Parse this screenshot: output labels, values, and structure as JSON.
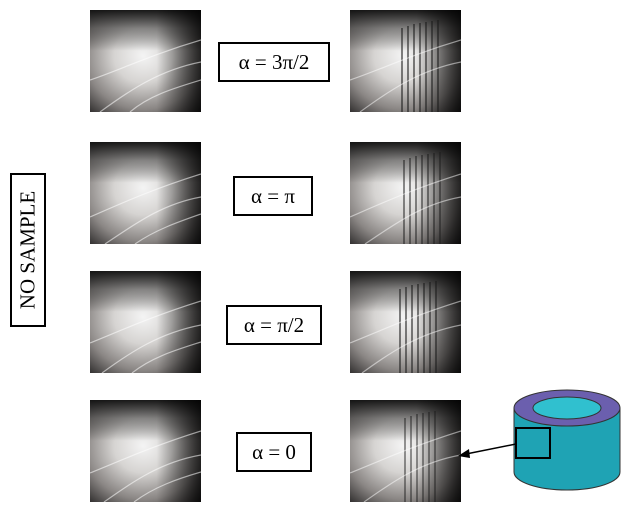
{
  "side_label": "NO SAMPLE",
  "rows": [
    {
      "alpha_label": "α = 3π/2"
    },
    {
      "alpha_label": "α = π"
    },
    {
      "alpha_label": "α = π/2"
    },
    {
      "alpha_label": "α = 0"
    }
  ],
  "colors": {
    "cylinder_body": "#1fa3b4",
    "cylinder_top": "#30c0cf",
    "cylinder_rim": "#6b5fae"
  }
}
